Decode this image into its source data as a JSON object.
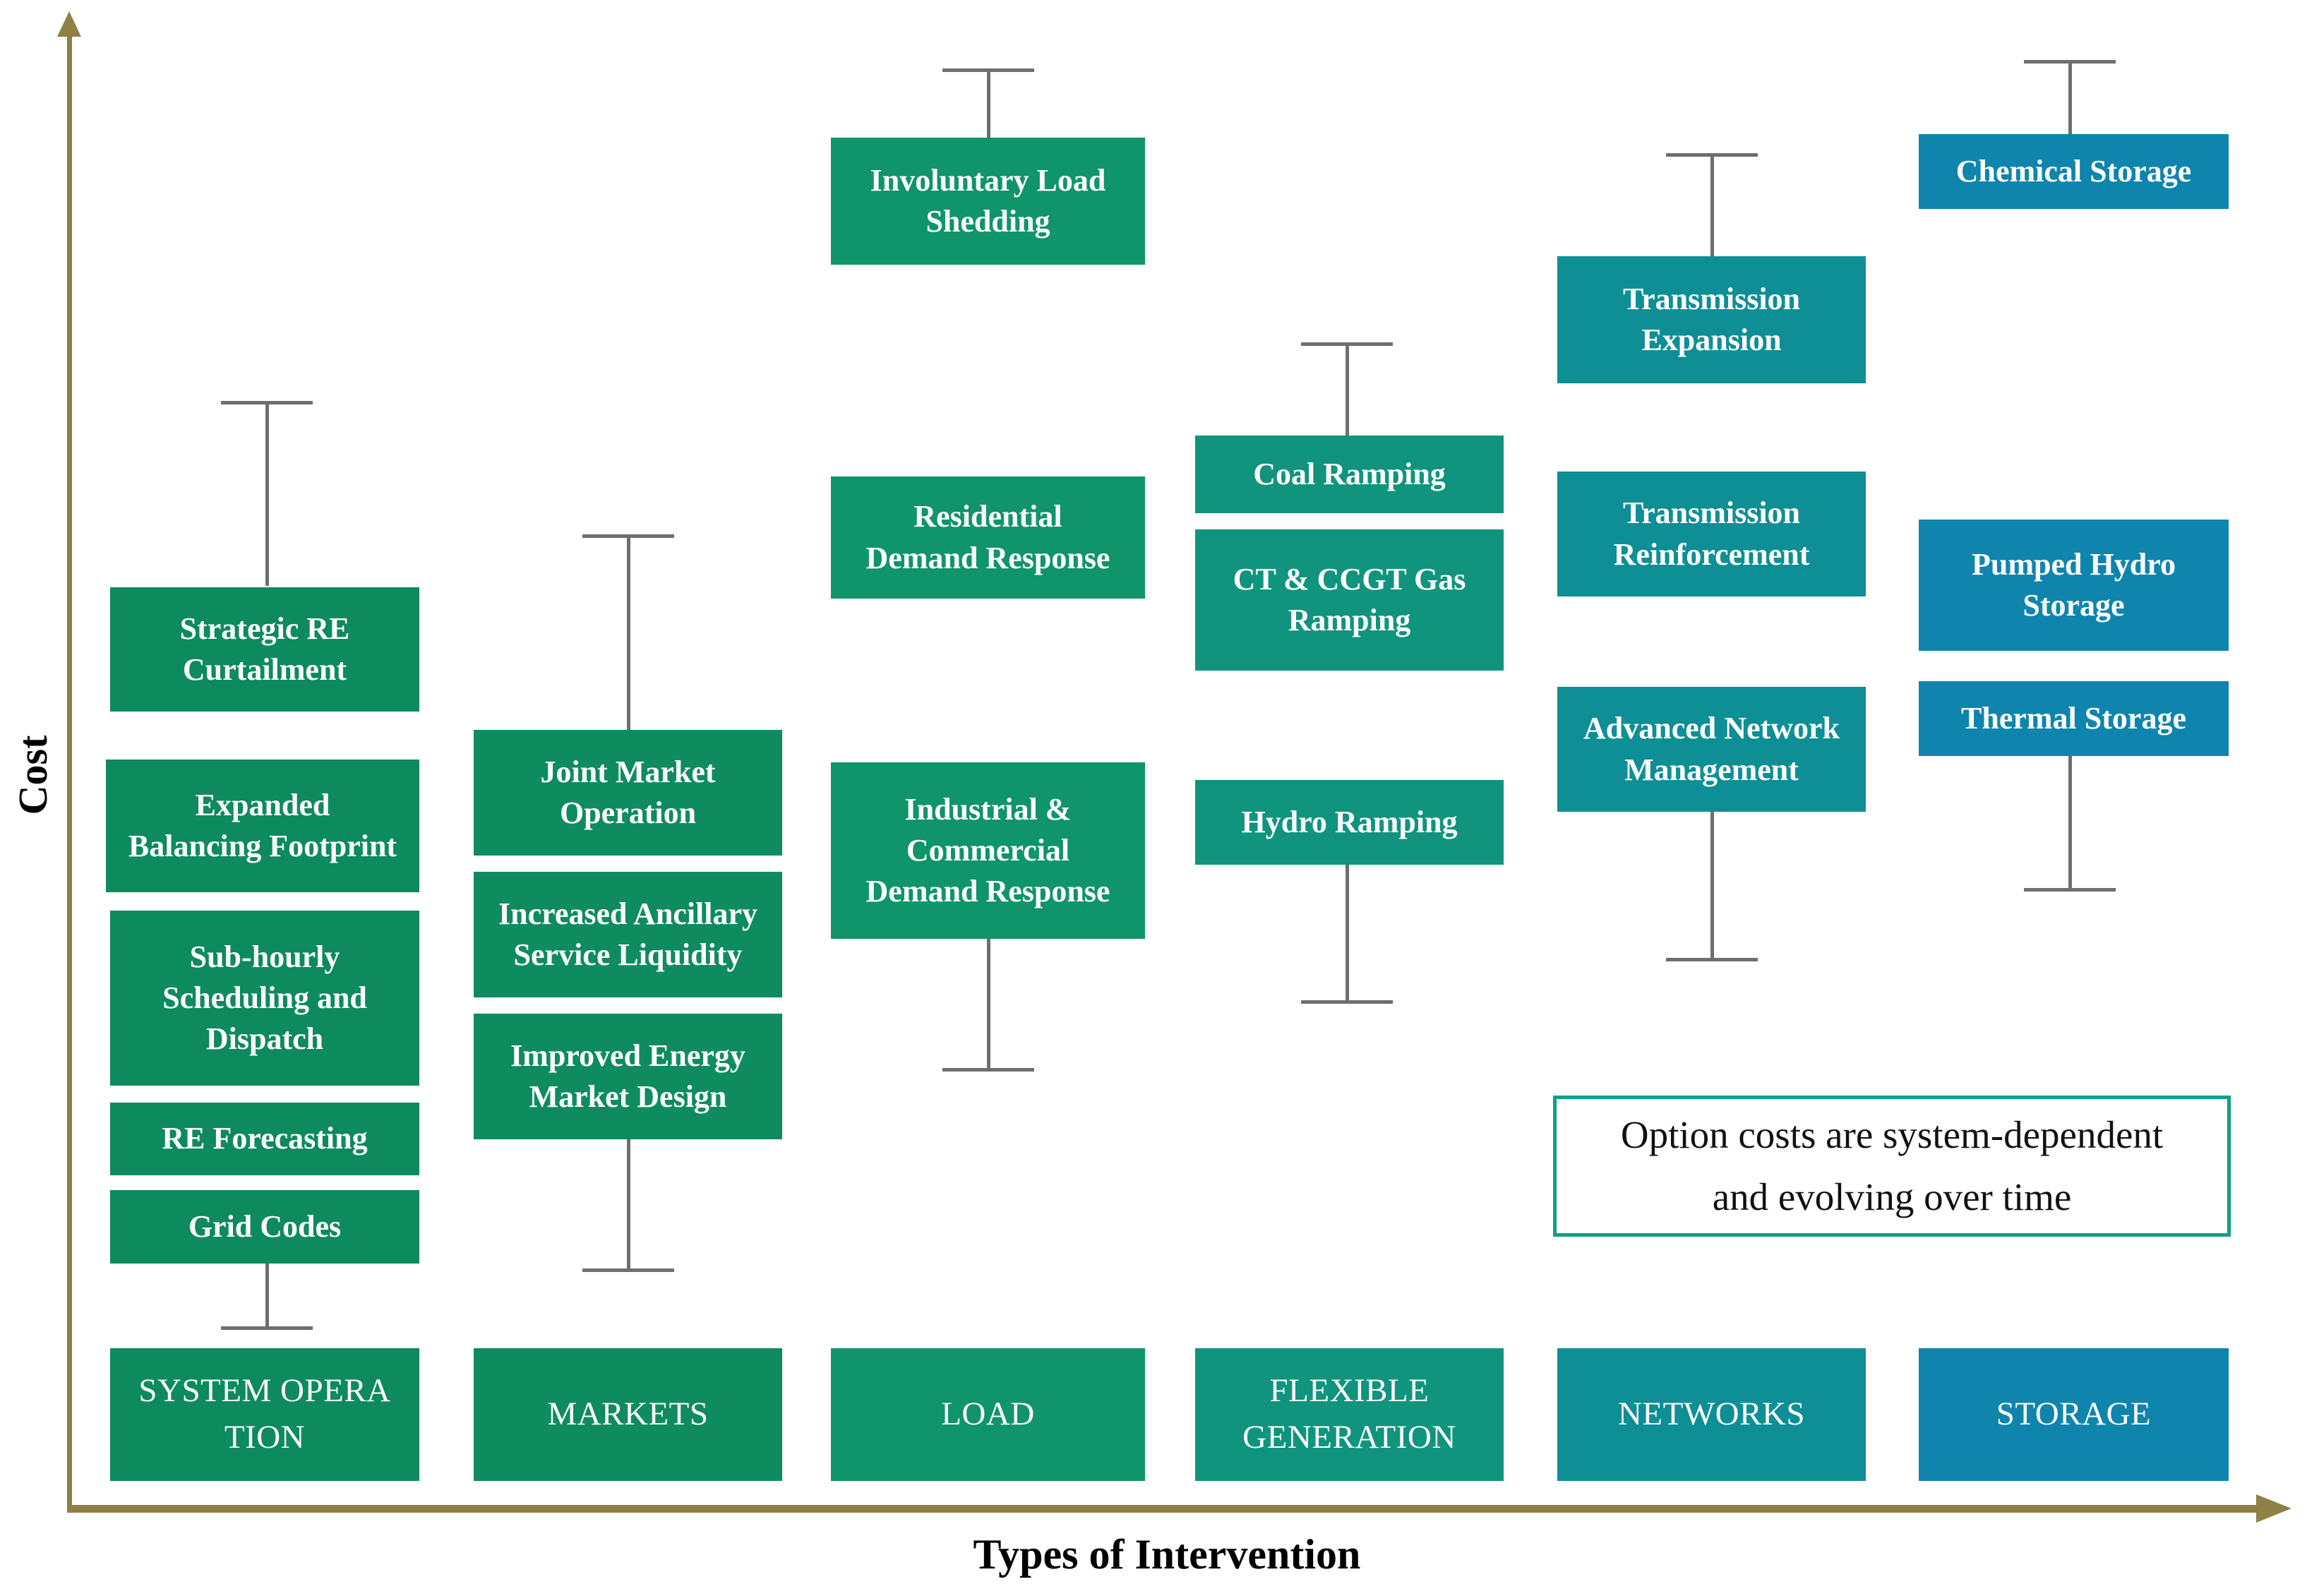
{
  "figure": {
    "x_axis_label": "Types of Intervention",
    "y_axis_label": "Cost",
    "axis_color": "#8F8046",
    "errorbar_color": "#6E6E6E",
    "note": {
      "text": "Option costs are system-dependent\nand evolving over time",
      "border_color": "#0BA187"
    }
  },
  "columns": [
    {
      "category": "SYSTEM OPERA\nTION",
      "color": "#0D8A5E",
      "options": [
        {
          "label": "Strategic RE\nCurtailment"
        },
        {
          "label": "Expanded\nBalancing Footprint"
        },
        {
          "label": "Sub-hourly\nScheduling and\nDispatch"
        },
        {
          "label": "RE Forecasting"
        },
        {
          "label": "Grid Codes"
        }
      ]
    },
    {
      "category": "MARKETS",
      "color": "#0E8C60",
      "options": [
        {
          "label": "Joint Market\nOperation"
        },
        {
          "label": "Increased Ancillary\nService Liquidity"
        },
        {
          "label": "Improved Energy\nMarket Design"
        }
      ]
    },
    {
      "category": "LOAD",
      "color": "#10946A",
      "options": [
        {
          "label": "Involuntary Load\nShedding"
        },
        {
          "label": "Residential\nDemand Response"
        },
        {
          "label": "Industrial &\nCommercial\nDemand Response"
        }
      ]
    },
    {
      "category": "FLEXIBLE\nGENERATION",
      "color": "#10947E",
      "options": [
        {
          "label": "Coal Ramping"
        },
        {
          "label": "CT & CCGT Gas\nRamping"
        },
        {
          "label": "Hydro Ramping"
        }
      ]
    },
    {
      "category": "NETWORKS",
      "color": "#0E8F96",
      "options": [
        {
          "label": "Transmission\nExpansion"
        },
        {
          "label": "Transmission\nReinforcement"
        },
        {
          "label": "Advanced Network\nManagement"
        }
      ]
    },
    {
      "category": "STORAGE",
      "color": "#0F85AD",
      "options": [
        {
          "label": "Chemical Storage"
        },
        {
          "label": "Pumped Hydro\nStorage"
        },
        {
          "label": "Thermal Storage"
        }
      ]
    }
  ]
}
